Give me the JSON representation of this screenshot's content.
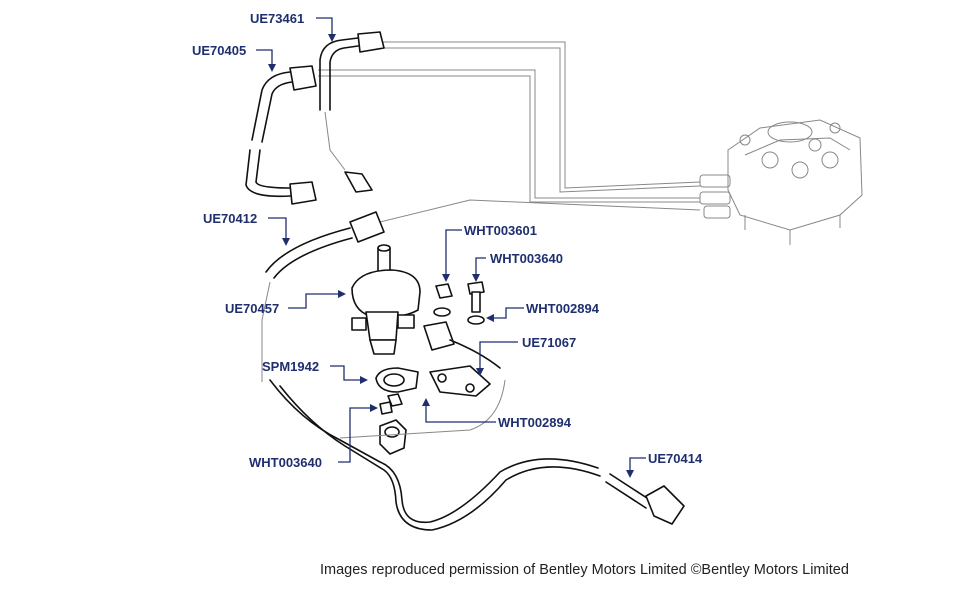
{
  "parts": [
    {
      "id": "UE73461"
    },
    {
      "id": "UE70405"
    },
    {
      "id": "UE70412"
    },
    {
      "id": "WHT003601"
    },
    {
      "id": "WHT003640"
    },
    {
      "id": "WHT002894"
    },
    {
      "id": "UE70457"
    },
    {
      "id": "UE71067"
    },
    {
      "id": "SPM1942"
    },
    {
      "id": "WHT002894"
    },
    {
      "id": "WHT003640"
    },
    {
      "id": "UE70414"
    }
  ],
  "credit": "Images reproduced permission of Bentley Motors Limited ©Bentley Motors Limited",
  "colors": {
    "label": "#1f2f6e",
    "drawing": "#111111",
    "ghost": "#888888"
  }
}
